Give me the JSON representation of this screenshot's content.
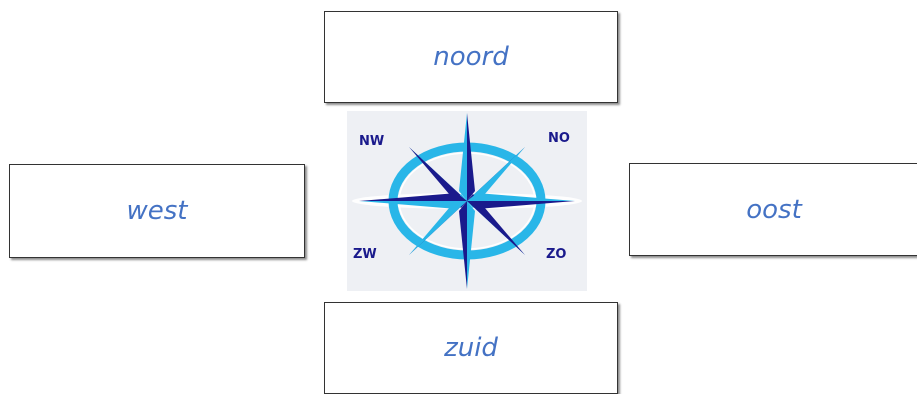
{
  "directions": {
    "north": "noord",
    "west": "west",
    "east": "oost",
    "south": "zuid"
  },
  "compass": {
    "nw": "NW",
    "ne": "NO",
    "sw": "ZW",
    "se": "ZO"
  },
  "colors": {
    "label_text": "#4472c4",
    "compass_text": "#1a1a8c",
    "dark_blue": "#1a1a8c",
    "light_blue": "#29b6e8",
    "ring": "#29b6e8",
    "compass_bg": "#eef0f4"
  }
}
